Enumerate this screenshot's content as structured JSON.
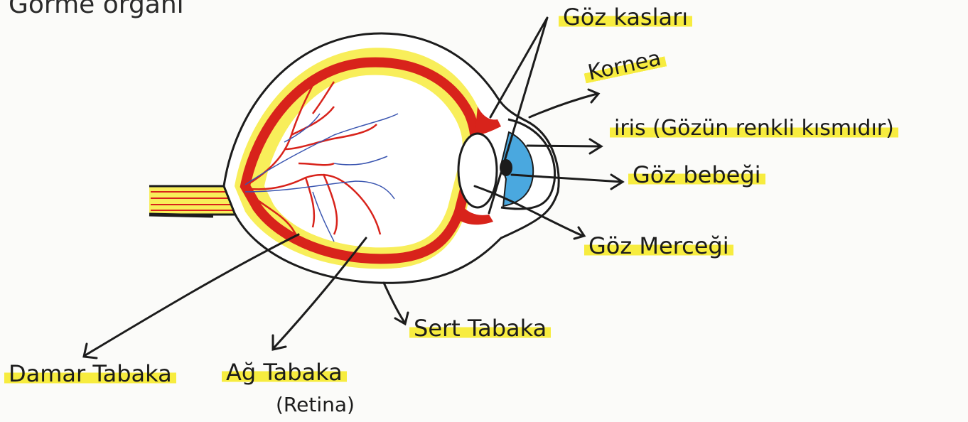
{
  "title_fragment": "Görme organı",
  "labels": {
    "goz_kaslari": "Göz kasları",
    "kornea": "Kornea",
    "iris": "iris (Gözün renkli kısmıdır)",
    "goz_bebegi": "Göz bebeği",
    "goz_mercegi": "Göz Merceği",
    "sert_tabaka": "Sert Tabaka",
    "damar_tabaka": "Damar Tabaka",
    "ag_tabaka": "Ağ Tabaka",
    "retina": "(Retina)"
  },
  "colors": {
    "highlight": "#f7ec3f",
    "vessel_red": "#d8231b",
    "vessel_blue": "#3a55b0",
    "yellow_layer": "#f8ee5a",
    "iris_blue": "#4aa8df",
    "ink": "#1c1c1c"
  }
}
